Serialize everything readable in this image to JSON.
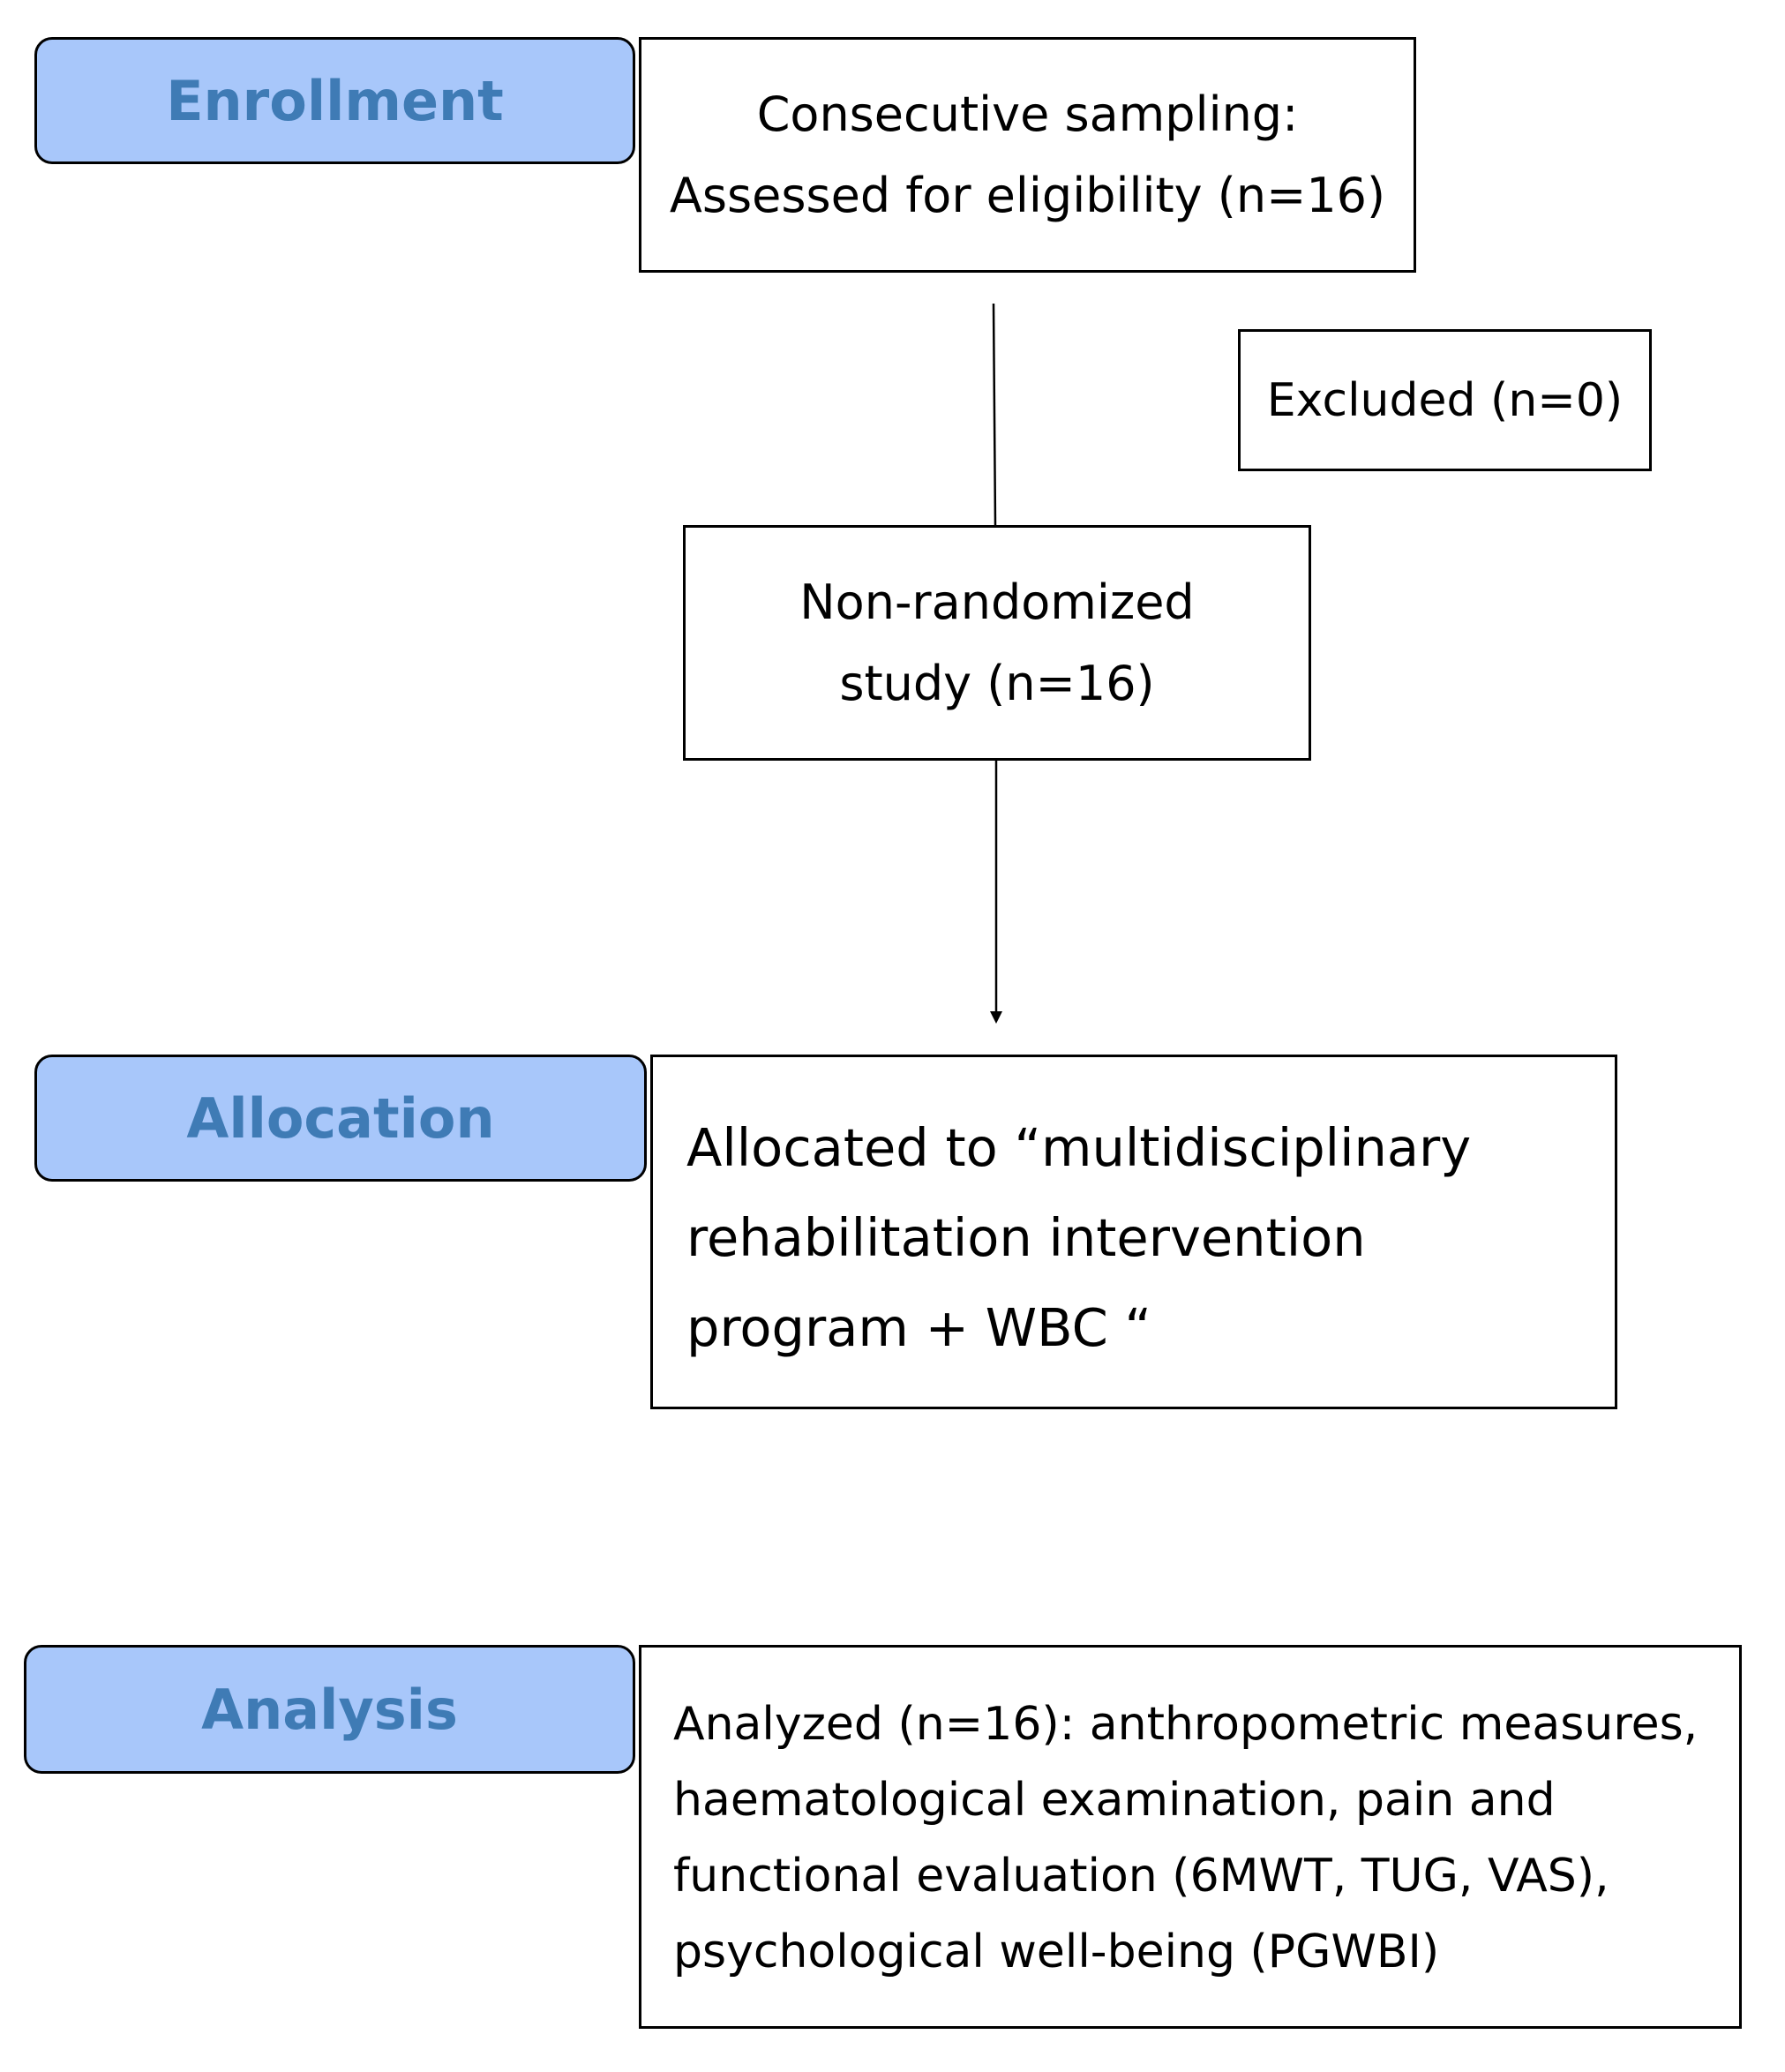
{
  "stages": {
    "enrollment": "Enrollment",
    "allocation": "Allocation",
    "analysis": "Analysis"
  },
  "boxes": {
    "assessed": "Consecutive sampling: Assessed for eligibility (n=16)",
    "excluded": "Excluded (n=0)",
    "study": "Non-randomized study (n=16)",
    "allocated": "Allocated to “multidisciplinary rehabilitation intervention program + WBC “",
    "analyzed": "Analyzed (n=16): anthropometric measures, haematological examination, pain and functional evaluation (6MWT, TUG, VAS), psychological well-being (PGWBI)"
  },
  "colors": {
    "stage_fill": "#a8c7fa",
    "stage_text": "#3f7bb5",
    "border": "#000000"
  }
}
